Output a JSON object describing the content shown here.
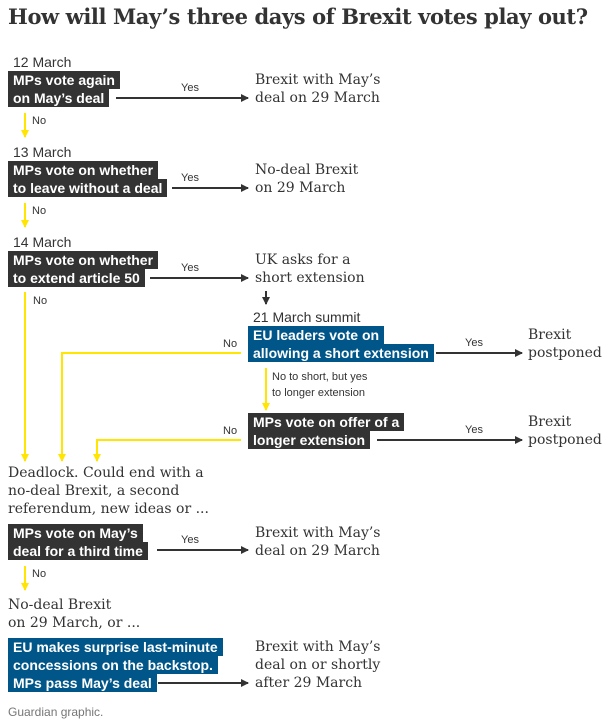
{
  "title": "How will May’s three days of Brexit votes play out?",
  "step1": {
    "date": "12 March",
    "box": [
      "MPs vote again",
      "on May’s deal"
    ],
    "yes": "Yes",
    "no": "No",
    "outcome": [
      "Brexit with May’s",
      "deal on 29 March"
    ]
  },
  "step2": {
    "date": "13 March",
    "box": [
      "MPs vote on whether",
      "to leave without a deal"
    ],
    "yes": "Yes",
    "no": "No",
    "outcome": [
      "No-deal Brexit",
      "on 29 March"
    ]
  },
  "step3": {
    "date": "14 March",
    "box": [
      "MPs vote on whether",
      "to extend article 50"
    ],
    "yes": "Yes",
    "no": "No",
    "outcome": [
      "UK asks for a",
      "short extension"
    ]
  },
  "summit": {
    "date": "21 March summit",
    "box": [
      "EU leaders vote on",
      "allowing a short extension"
    ],
    "yes": "Yes",
    "no": "No",
    "outcome": [
      "Brexit",
      "postponed"
    ],
    "longer_label": [
      "No to short, but yes",
      "to longer extension"
    ]
  },
  "longer": {
    "box": [
      "MPs vote on offer of a",
      "longer extension"
    ],
    "yes": "Yes",
    "no": "No",
    "outcome": [
      "Brexit",
      "postponed"
    ]
  },
  "deadlock": [
    "Deadlock. Could end with a",
    "no-deal Brexit, a second",
    "referendum, new ideas or ..."
  ],
  "third": {
    "box": [
      "MPs vote on May’s",
      "deal for a third time"
    ],
    "yes": "Yes",
    "no": "No",
    "outcome": [
      "Brexit with May’s",
      "deal on 29 March"
    ]
  },
  "nodeal": [
    "No-deal Brexit",
    "on 29 March, or ..."
  ],
  "surprise": {
    "box": [
      "EU makes surprise last-minute",
      "concessions on the backstop.",
      "MPs pass May’s deal"
    ],
    "outcome": [
      "Brexit with May’s",
      "deal on or shortly",
      "after 29 March"
    ]
  },
  "footer": "Guardian graphic.",
  "colors": {
    "dark": "#333333",
    "blue": "#005689",
    "yellow": "#ffe500"
  }
}
